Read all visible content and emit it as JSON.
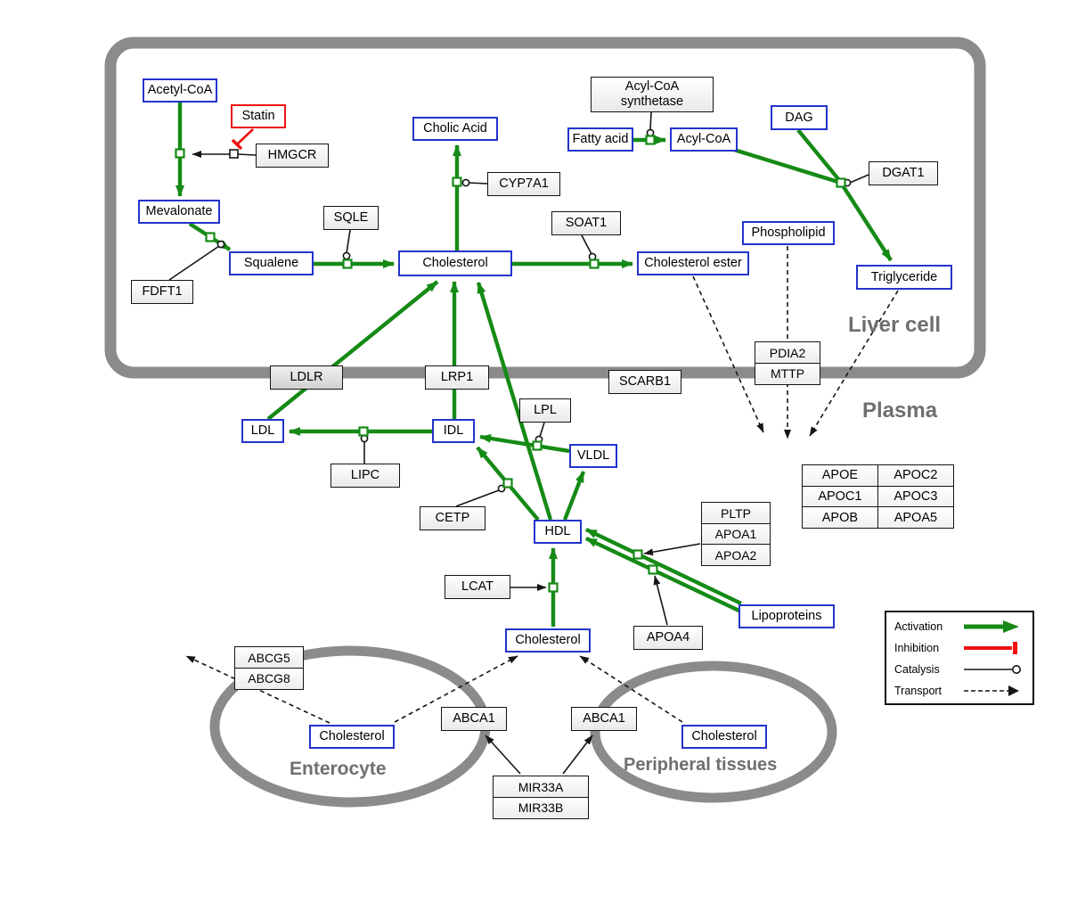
{
  "colors": {
    "activation": "#168a16",
    "inhibition": "#ee1111",
    "metabolite": "#2334cb",
    "membrane": "#8b8b8b",
    "compartment_label": "#6f6f6f"
  },
  "compartments": {
    "liver": "Liver cell",
    "plasma": "Plasma",
    "enterocyte": "Enterocyte",
    "peripheral": "Peripheral tissues"
  },
  "nodes": {
    "acetyl_coa": "Acetyl-CoA",
    "statin": "Statin",
    "hmgcr": "HMGCR",
    "mevalonate": "Mevalonate",
    "fdft1": "FDFT1",
    "squalene": "Squalene",
    "sqle": "SQLE",
    "cholic_acid": "Cholic Acid",
    "cyp7a1": "CYP7A1",
    "cholesterol_liver": "Cholesterol",
    "soat1": "SOAT1",
    "cholesterol_ester": "Cholesterol ester",
    "acyl_coa_synthetase_line1": "Acyl-CoA",
    "acyl_coa_synthetase_line2": "synthetase",
    "fatty_acid": "Fatty acid",
    "acyl_coa": "Acyl-CoA",
    "dag": "DAG",
    "dgat1": "DGAT1",
    "phospholipid": "Phospholipid",
    "triglyceride": "Triglyceride",
    "pdia2": "PDIA2",
    "mttp": "MTTP",
    "ldlr": "LDLR",
    "lrp1": "LRP1",
    "scarb1": "SCARB1",
    "ldl": "LDL",
    "idl": "IDL",
    "lipc": "LIPC",
    "lpl": "LPL",
    "vldl": "VLDL",
    "cetp": "CETP",
    "hdl": "HDL",
    "lcat": "LCAT",
    "pltp": "PLTP",
    "apoa1": "APOA1",
    "apoa2": "APOA2",
    "apoa4": "APOA4",
    "lipoproteins": "Lipoproteins",
    "cholesterol_plasma": "Cholesterol",
    "abcg5": "ABCG5",
    "abcg8": "ABCG8",
    "cholesterol_enterocyte": "Cholesterol",
    "abca1_left": "ABCA1",
    "abca1_right": "ABCA1",
    "cholesterol_peripheral": "Cholesterol",
    "mir33a": "MIR33A",
    "mir33b": "MIR33B"
  },
  "apo_table": {
    "rows": [
      [
        "APOE",
        "APOC2"
      ],
      [
        "APOC1",
        "APOC3"
      ],
      [
        "APOB",
        "APOA5"
      ]
    ]
  },
  "legend": {
    "activation": "Activation",
    "inhibition": "Inhibition",
    "catalysis": "Catalysis",
    "transport": "Transport"
  }
}
